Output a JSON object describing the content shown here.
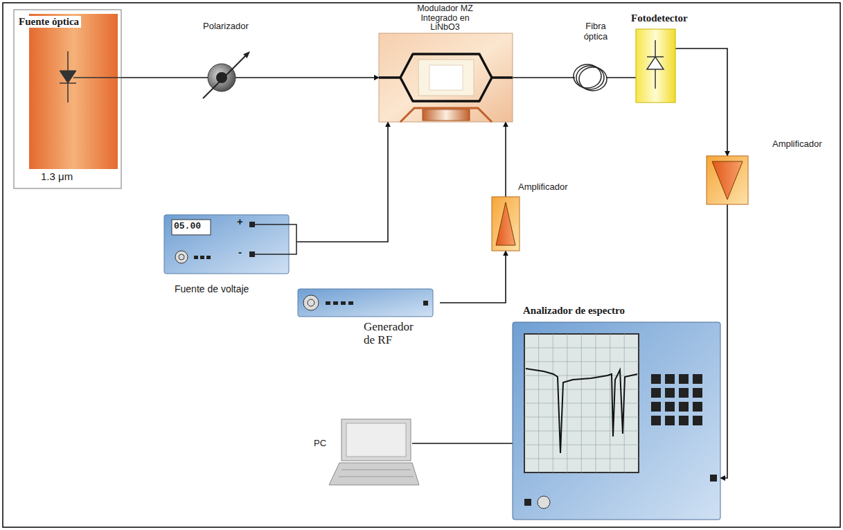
{
  "diagram": {
    "nodes": [
      {
        "text": [
          "Fuente óptica",
          "1.3 μm"
        ]
      },
      {
        "text": [
          "Polarizador"
        ]
      },
      {
        "text": [
          "Modulador MZ Integrado en LiNbO3"
        ]
      },
      {
        "text": [
          "Fibra óptica"
        ]
      },
      {
        "text": [
          "Fotodetector"
        ]
      },
      {
        "text": [
          "05.00",
          "+",
          "-",
          "Fuente de voltaje"
        ]
      },
      {
        "text": [
          "Amplificador"
        ]
      },
      {
        "text": [
          "Generador de RF"
        ]
      },
      {
        "text": [
          "Amplificador"
        ]
      },
      {
        "text": [
          "Analizador de espectro"
        ]
      },
      {
        "text": [
          "PC"
        ]
      }
    ],
    "edges": [
      {
        "from": 0,
        "to": 1,
        "arrow": "none"
      },
      {
        "from": 1,
        "to": 2,
        "arrow": "to"
      },
      {
        "from": 2,
        "to": 3,
        "arrow": "none"
      },
      {
        "from": 3,
        "to": 4,
        "arrow": "none"
      },
      {
        "from": 4,
        "to": 8,
        "arrow": "to"
      },
      {
        "from": 8,
        "to": 9,
        "arrow": "to"
      },
      {
        "from": 5,
        "to": 2,
        "arrow": "to"
      },
      {
        "from": 7,
        "to": 6,
        "arrow": "to"
      },
      {
        "from": 6,
        "to": 2,
        "arrow": "to"
      },
      {
        "from": 10,
        "to": 9,
        "arrow": "none"
      }
    ]
  }
}
